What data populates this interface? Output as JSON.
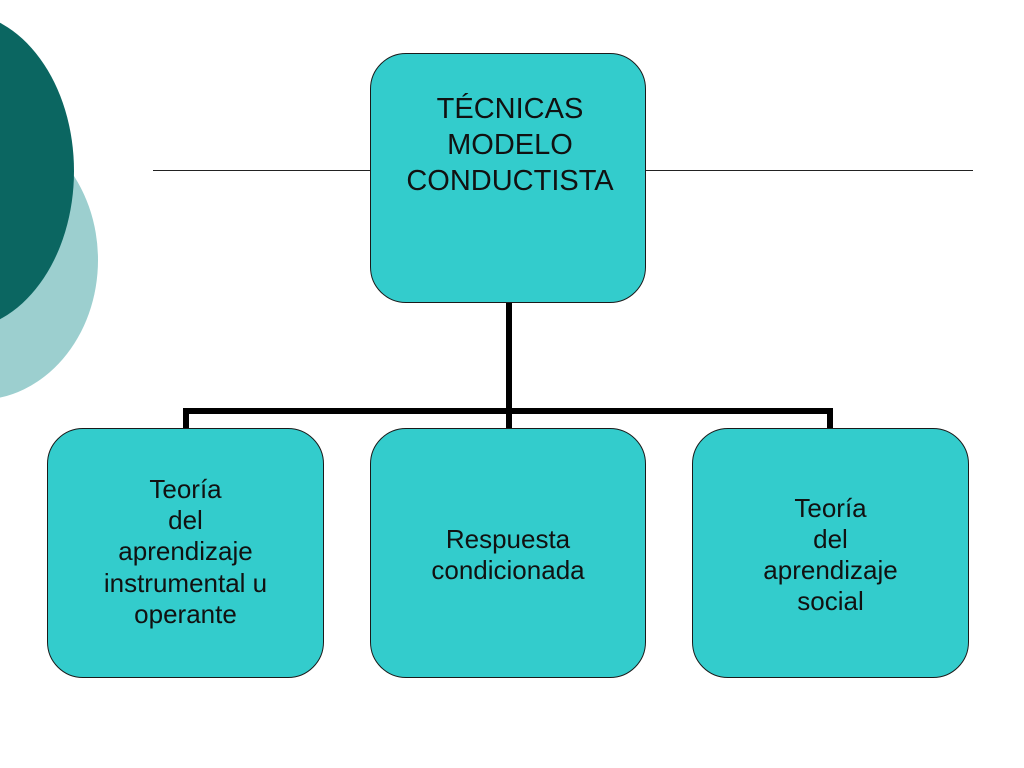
{
  "slide": {
    "colors": {
      "node_fill": "#33cccc",
      "node_border": "#1a1a1a",
      "decoration_dark": "#0b6661",
      "decoration_light": "#9ccfcf",
      "connector": "#000000",
      "background": "#ffffff"
    }
  },
  "diagram": {
    "root": {
      "label": "TÉCNICAS\n  MODELO\nCONDUCTISTA"
    },
    "children": [
      {
        "label": "Teoría\n  del\n aprendizaje\ninstrumental u\noperante"
      },
      {
        "label": "Respuesta\ncondicionada"
      },
      {
        "label": "Teoría\ndel\naprendizaje\nsocial"
      }
    ]
  }
}
